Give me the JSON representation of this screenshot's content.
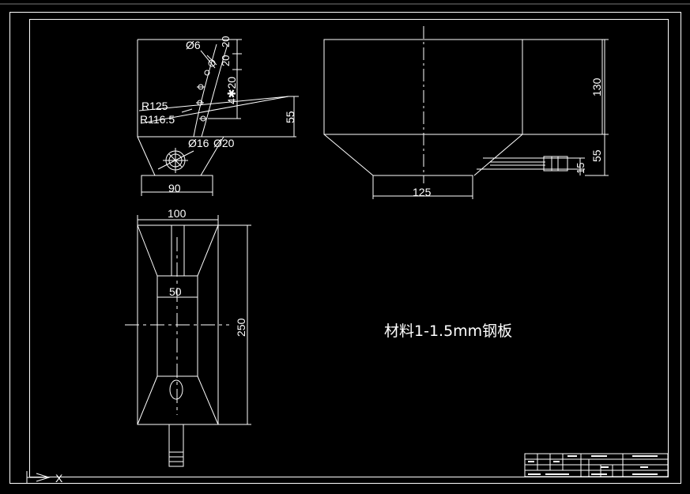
{
  "drawing": {
    "note": "材料1-1.5mm钢板",
    "dimensions": {
      "hole_dia_small": "Ø6",
      "spacing_top_a": "20",
      "spacing_top_b": "20",
      "spacing_repeat": "4✱20",
      "radius_outer": "R125",
      "radius_inner": "R116.5",
      "hole_dia_inner": "Ø16",
      "hole_dia_outer": "Ø20",
      "side_height": "55",
      "base_width_left": "90",
      "front_height_upper": "130",
      "front_height_lower": "55",
      "pipe_dia": "15",
      "base_width_front": "125",
      "top_width": "100",
      "slot_width": "50",
      "overall_length": "250"
    },
    "ucs_label": "X"
  },
  "colors": {
    "background": "#000000",
    "lines": "#ffffff"
  }
}
